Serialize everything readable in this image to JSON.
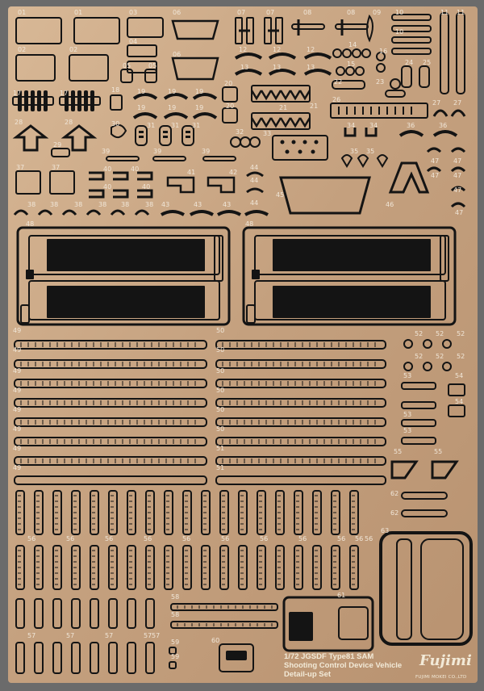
{
  "sheet": {
    "title_line1": "1/72 JGSDF Type81 SAM",
    "title_line2": "Shooting Control Device Vehicle",
    "title_line3": "Detail-up Set",
    "brand": "Fujimi",
    "maker": "FUJIMI MOKEI CO.,LTD",
    "colors": {
      "background": "#6b6b6b",
      "brass": "#c4a07e",
      "brass_light": "#d8b896",
      "outline": "#141414",
      "text": "#f0e6d8"
    }
  },
  "labels": [
    "01",
    "01",
    "03",
    "06",
    "07",
    "07",
    "08",
    "08",
    "09",
    "10",
    "11",
    "11",
    "02",
    "02",
    "04",
    "06",
    "10",
    "12",
    "12",
    "12",
    "14",
    "16",
    "05",
    "05",
    "13",
    "13",
    "13",
    "15",
    "24",
    "25",
    "17",
    "17",
    "18",
    "19",
    "19",
    "19",
    "20",
    "22",
    "23",
    "19",
    "19",
    "19",
    "20",
    "21",
    "21",
    "26",
    "27",
    "27",
    "28",
    "28",
    "30",
    "31",
    "31",
    "31",
    "32",
    "33",
    "34",
    "34",
    "36",
    "36",
    "29",
    "39",
    "39",
    "39",
    "35",
    "35",
    "47",
    "47",
    "37",
    "37",
    "40",
    "40",
    "41",
    "42",
    "44",
    "47",
    "47",
    "40",
    "40",
    "44",
    "45",
    "46",
    "47",
    "38",
    "38",
    "38",
    "38",
    "38",
    "38",
    "43",
    "43",
    "43",
    "44",
    "47",
    "48",
    "48",
    "49",
    "50",
    "52",
    "52",
    "52",
    "49",
    "50",
    "52",
    "52",
    "52",
    "49",
    "50",
    "53",
    "54",
    "49",
    "50",
    "54",
    "49",
    "50",
    "53",
    "49",
    "50",
    "53",
    "49",
    "51",
    "49",
    "51",
    "55",
    "55",
    "62",
    "62",
    "63",
    "56",
    "56",
    "56",
    "56",
    "56",
    "56",
    "56",
    "56",
    "56",
    "56",
    "56",
    "58",
    "58",
    "61",
    "57",
    "57",
    "57",
    "57",
    "57",
    "59",
    "59",
    "60"
  ]
}
